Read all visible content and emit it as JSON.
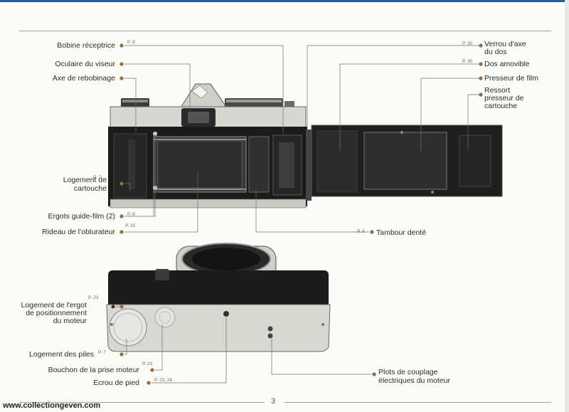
{
  "page_number": "3",
  "watermark": "www.collectiongeven.com",
  "back_view": {
    "labels": {
      "bobine": "Bobine réceptrice",
      "oculaire": "Oculaire du viseur",
      "axe": "Axe de rebobinage",
      "logement_cartouche_1": "Logement de",
      "logement_cartouche_2": "cartouche",
      "ergots": "Ergots guide-film (2)",
      "rideau": "Rideau de l'obturateur",
      "verrou_1": "Verrou d'axe",
      "verrou_2": "du dos",
      "dos": "Dos amovible",
      "presseur": "Presseur de film",
      "ressort_1": "Ressort",
      "ressort_2": "presseur de",
      "ressort_3": "cartouche",
      "tambour": "Tambour denté"
    },
    "refs": {
      "bobine": "P. 8",
      "logement_cartouche": "P. 7",
      "ergots": "P. 8",
      "rideau": "P. 32",
      "verrou": "P. 30",
      "dos": "P. 30",
      "tambour": "P. 8"
    }
  },
  "bottom_view": {
    "labels": {
      "ergot_1": "Logement de l'ergot",
      "ergot_2": "de positionnement",
      "ergot_3": "du moteur",
      "piles": "Logement des piles",
      "bouchon": "Bouchon de la prise moteur",
      "ecrou": "Ecrou de pied",
      "plots_1": "Plots de couplage",
      "plots_2": "électriques du moteur"
    },
    "refs": {
      "ergot": "P. 23",
      "piles": "P. 7",
      "bouchon": "P. 23",
      "ecrou": "P. 23, 26"
    }
  },
  "colors": {
    "leader_dot": "#9a6a3a",
    "rule": "#b59a78",
    "camera_body": "#1b1b1b",
    "chrome": "#d4d4cf"
  }
}
